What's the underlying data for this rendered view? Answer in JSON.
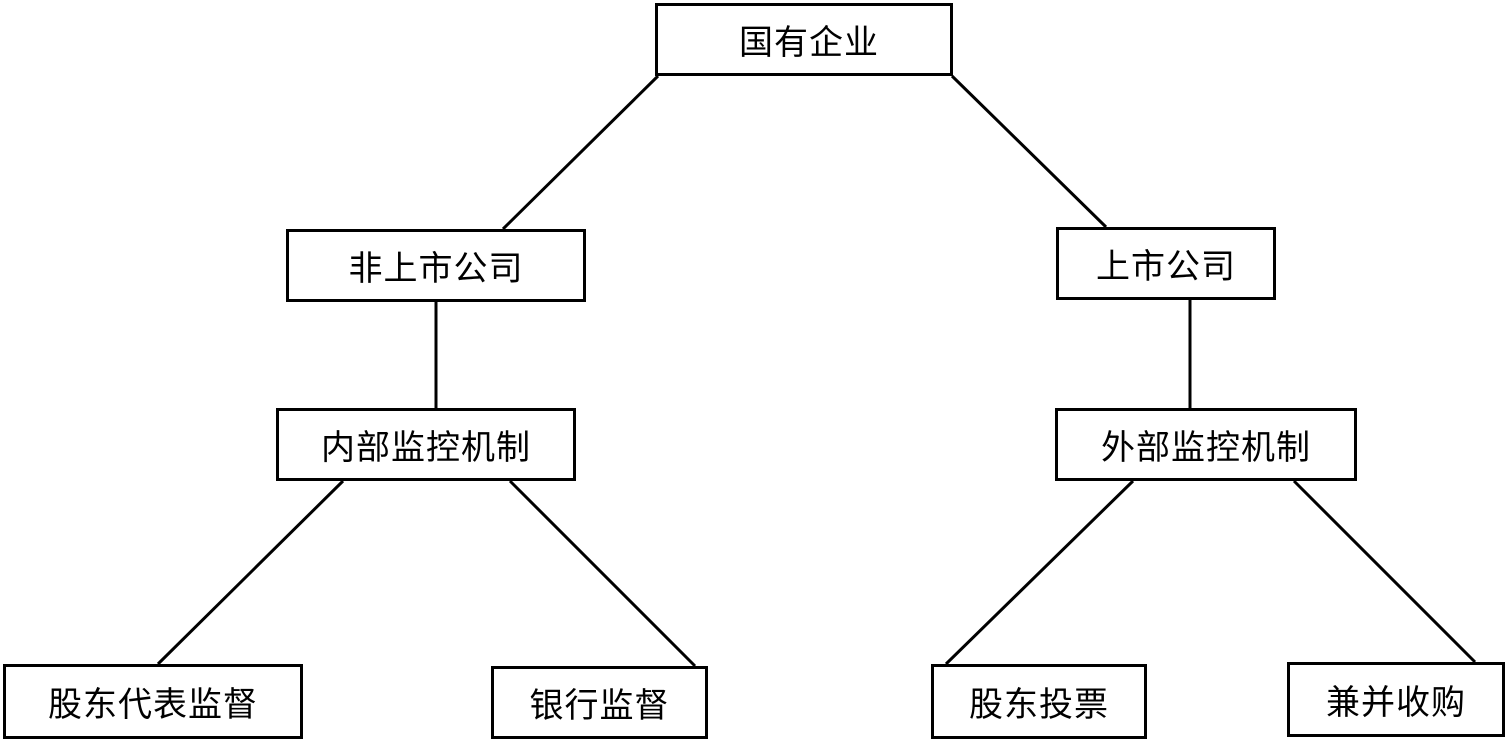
{
  "nodes": {
    "root": "国有企业",
    "unlisted": "非上市公司",
    "listed": "上市公司",
    "internal": "内部监控机制",
    "external": "外部监控机制",
    "shareholder_rep": "股东代表监督",
    "bank": "银行监督",
    "shareholder_vote": "股东投票",
    "merger": "兼并收购"
  }
}
